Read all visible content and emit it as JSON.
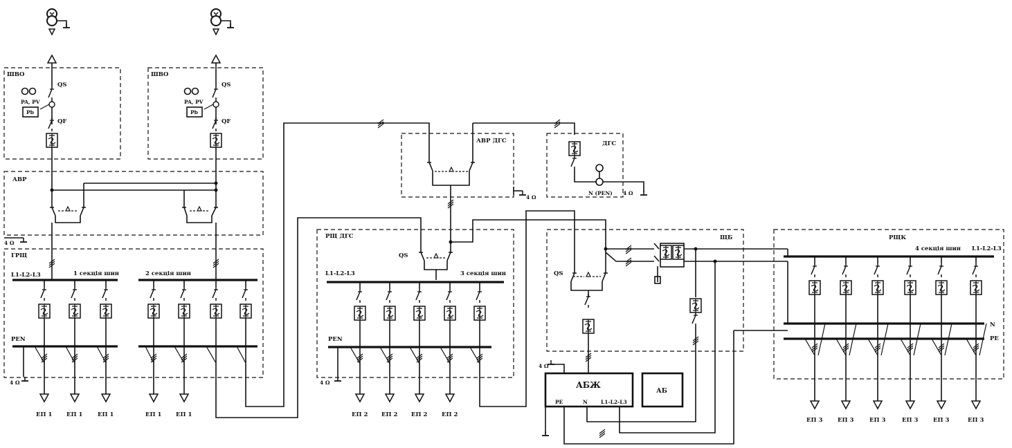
{
  "labels": {
    "shvo": "ШВО",
    "qs": "QS",
    "qf": "QF",
    "pa_pv": "PA, PV",
    "pb": "Pb",
    "avr": "АВР",
    "grsh": "ГРЩ",
    "l123": "L1-L2-L3",
    "sec1": "1 секція шин",
    "sec2": "2 секція шин",
    "sec3": "3 секція шин",
    "sec4": "4 секція шин",
    "pen": "PEN",
    "ohm": "4 Ω",
    "avr_dgs": "АВР ДГС",
    "dgs": "ДГС",
    "n_pen": "N (PEN)",
    "rsh_dgs": "РЩ ДГС",
    "shb": "ЩБ",
    "rshk": "РЩК",
    "abzh": "АБЖ",
    "ab": "АБ",
    "pe": "PE",
    "n": "N",
    "ep1": "ЕП 1",
    "ep2": "ЕП 2",
    "ep3": "ЕП 3"
  },
  "icons": [
    "transformer-icon",
    "ammeter-icon",
    "voltmeter-icon",
    "generator-icon",
    "circuit-breaker-icon",
    "switch-icon",
    "ground-icon",
    "load-icon"
  ]
}
